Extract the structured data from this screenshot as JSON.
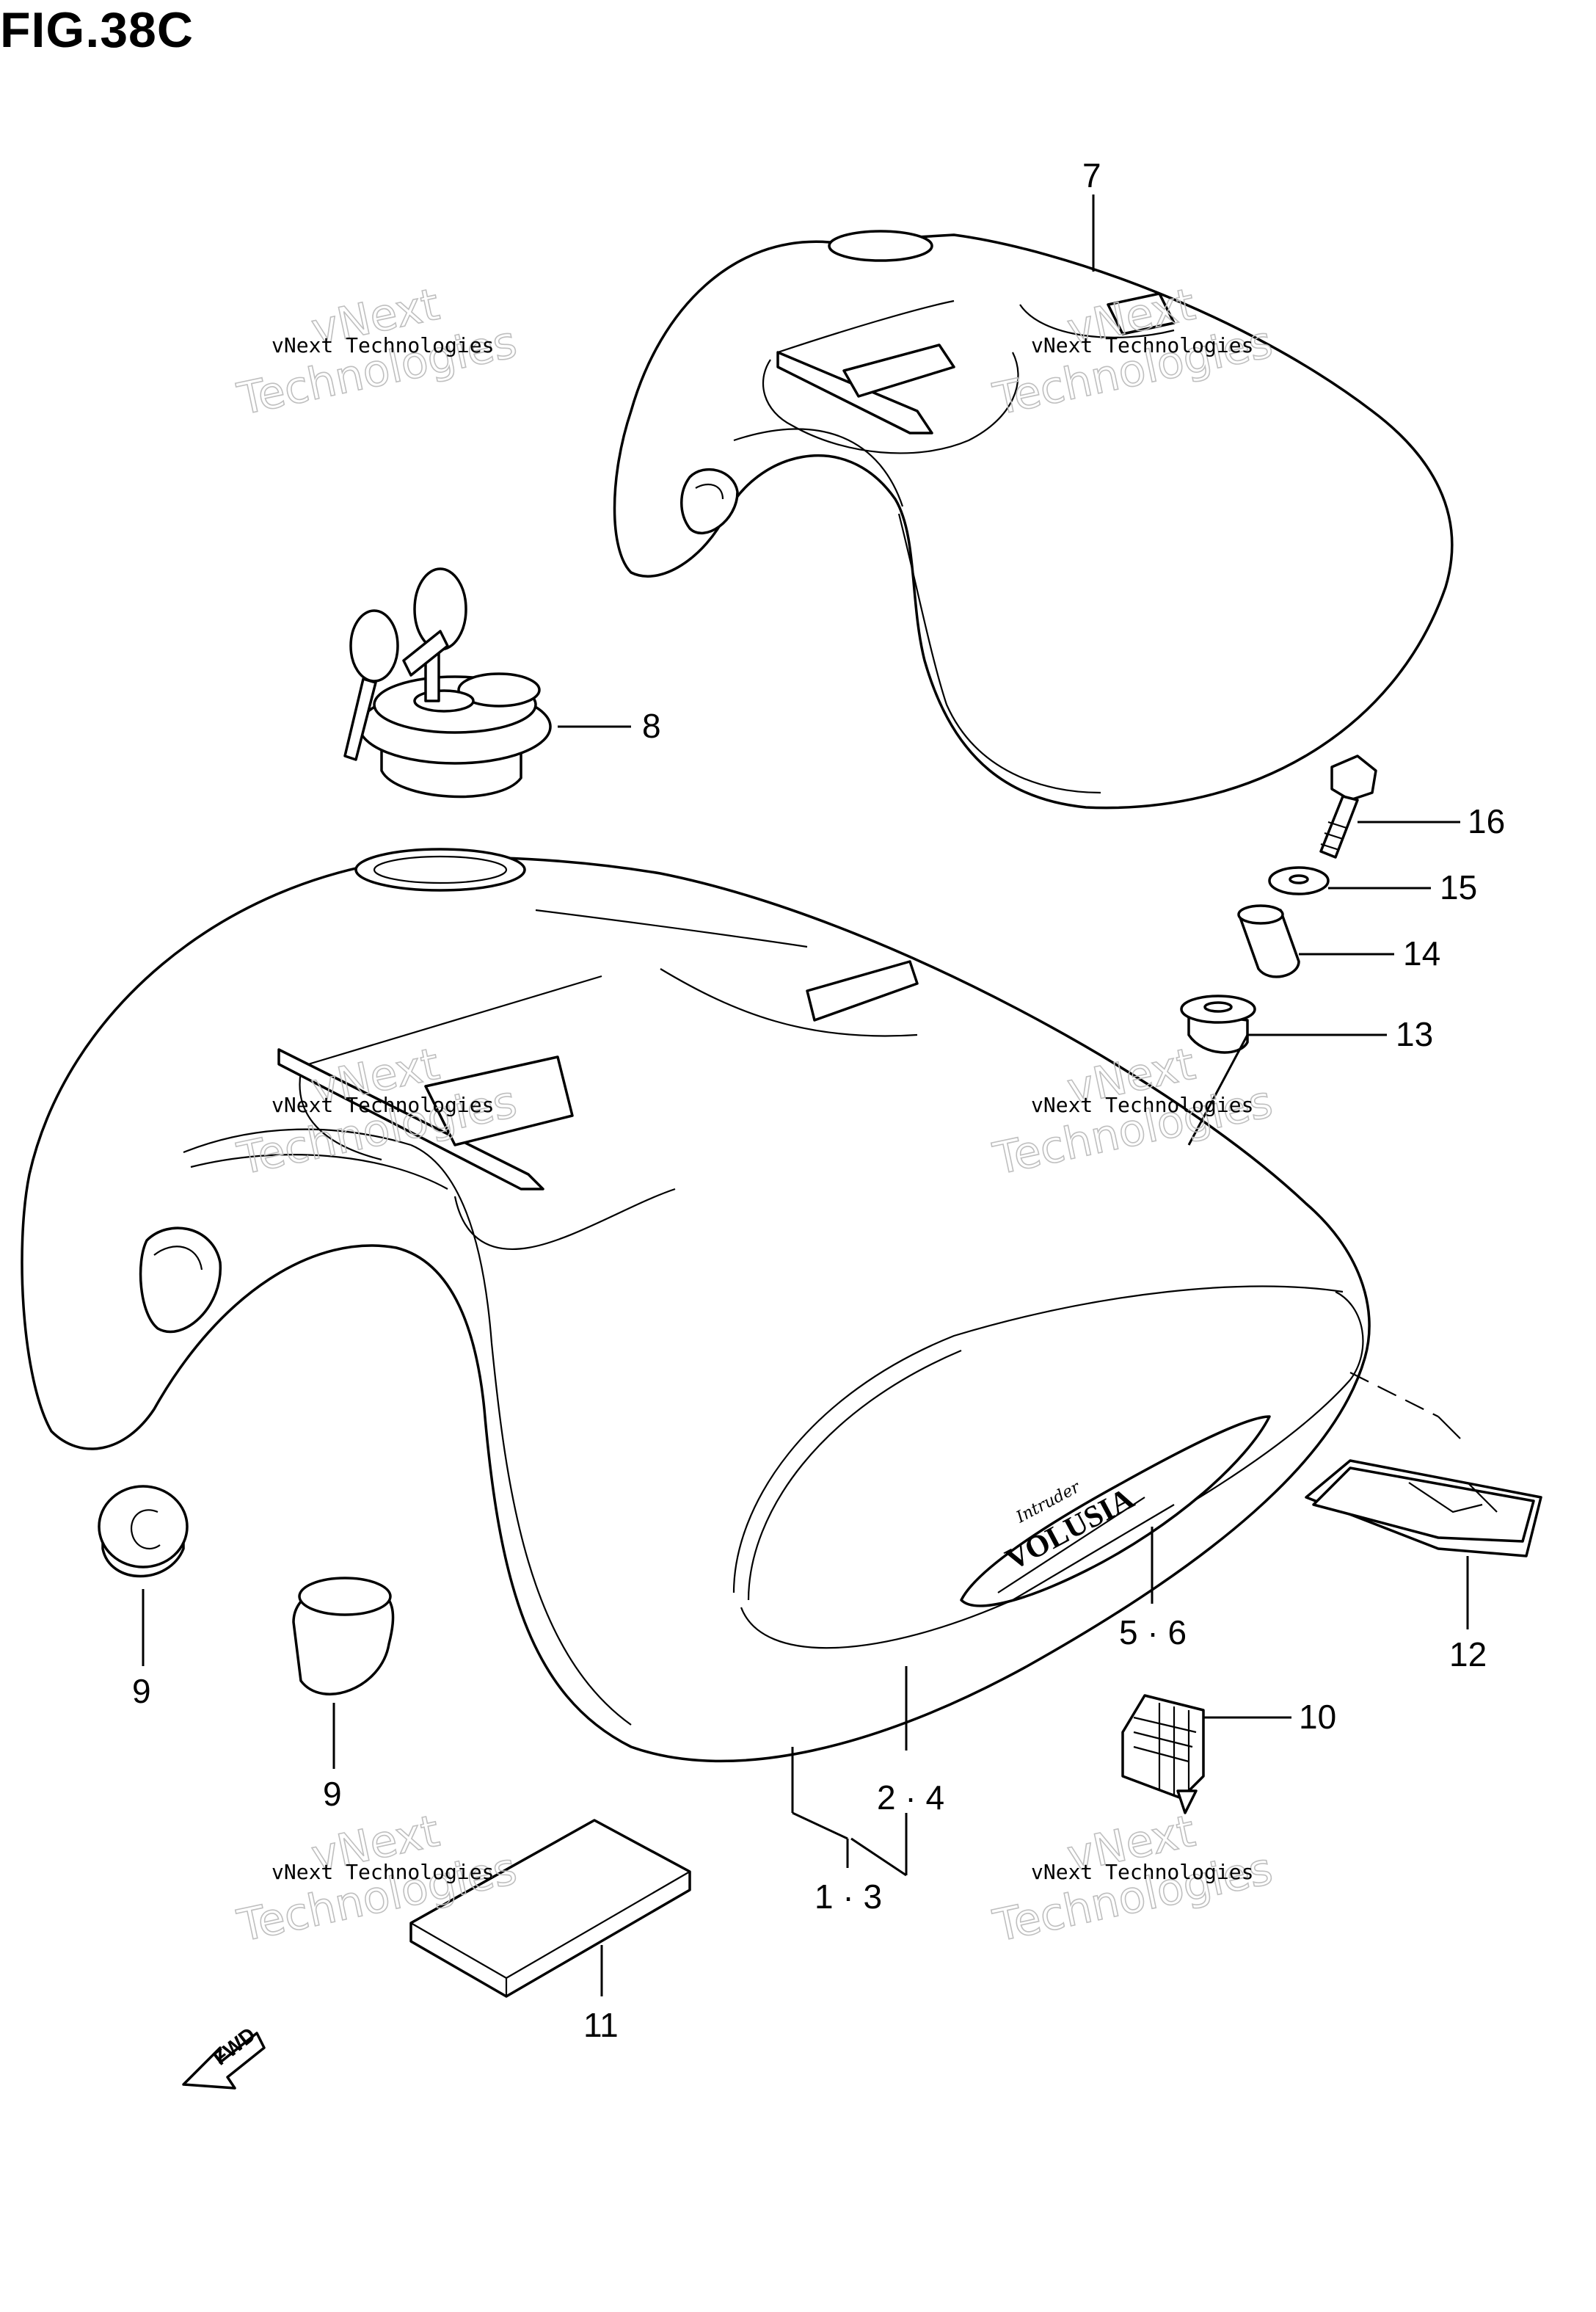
{
  "figure": {
    "title": "FIG.38C"
  },
  "watermark": {
    "line1": "vNext Technologies",
    "line2": "vNext",
    "line3": "Technologies"
  },
  "callouts": {
    "c7": "7",
    "c8": "8",
    "c16": "16",
    "c15": "15",
    "c14": "14",
    "c13": "13",
    "c9a": "9",
    "c9b": "9",
    "c56": "5 · 6",
    "c12": "12",
    "c10": "10",
    "c24": "2 · 4",
    "c13b": "1 · 3",
    "c11": "11"
  },
  "fwd_marker": {
    "text": "FWD"
  },
  "badge_text": {
    "brand": "VOLUSIA",
    "script": "Intruder"
  }
}
